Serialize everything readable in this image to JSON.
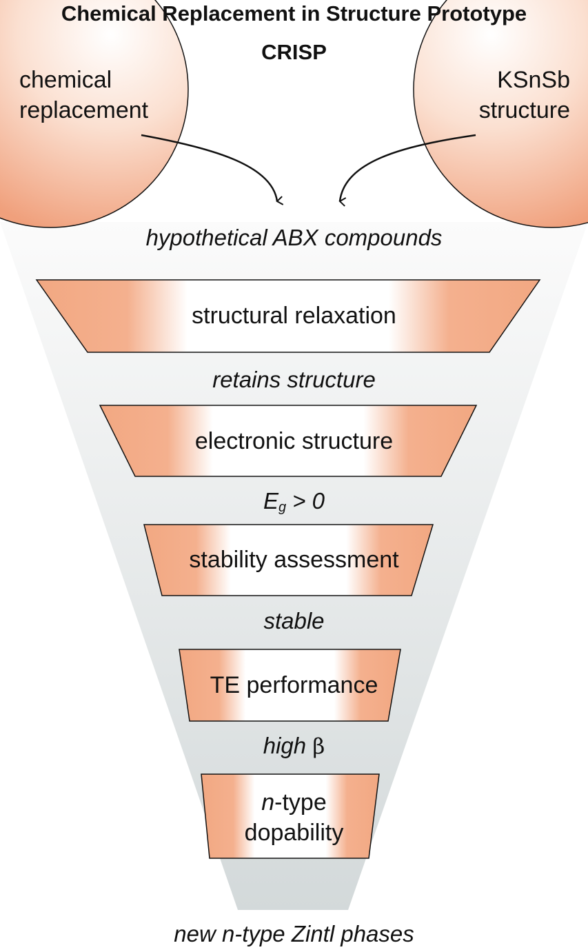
{
  "title": "Chemical Replacement in Structure Prototype",
  "acronym": "CRISP",
  "inputs": {
    "left": {
      "line1": "chemical",
      "line2": "replacement"
    },
    "right": {
      "line1": "KSnSb",
      "line2": "structure"
    }
  },
  "start_label": "hypothetical ABX compounds",
  "stages": [
    {
      "label": "structural relaxation"
    },
    {
      "label": "electronic structure"
    },
    {
      "label": "stability assessment"
    },
    {
      "label": "TE performance"
    },
    {
      "line1_italic": "n",
      "line1_rest": "-type",
      "line2": "dopability"
    }
  ],
  "criteria": {
    "c1": "retains structure",
    "c2_symbol": "E",
    "c2_subscript": "g",
    "c2_rest": " > 0",
    "c3": "stable",
    "c4_text": "high ",
    "c4_symbol": "β"
  },
  "output_label": "new n-type Zintl phases",
  "colors": {
    "stage_edge": "#f2a882",
    "stage_center": "#ffffff",
    "circle_edge": "#f0a07c",
    "funnel_top": "#f6f7f7",
    "funnel_bottom": "#d4dadb",
    "stroke": "#111111"
  }
}
